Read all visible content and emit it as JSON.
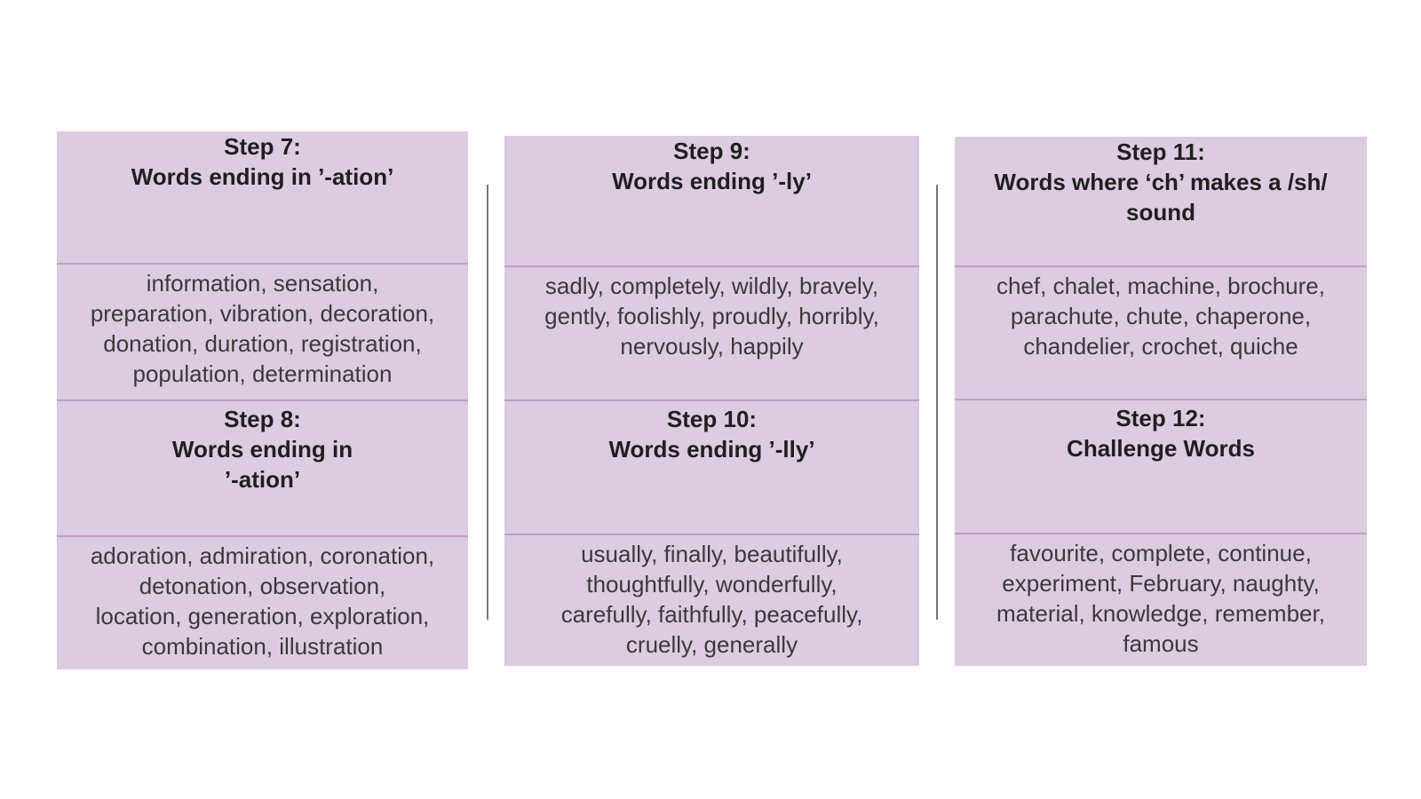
{
  "columns": [
    {
      "cells": [
        {
          "kind": "heading",
          "lines": [
            "Step 7:",
            "Words ending in ’-ation’"
          ]
        },
        {
          "kind": "words",
          "lines": [
            "information, sensation,",
            "preparation, vibration, decoration,",
            "donation, duration, registration,",
            "population, determination"
          ]
        },
        {
          "kind": "heading",
          "lines": [
            "Step 8:",
            "Words ending in",
            "’-ation’"
          ]
        },
        {
          "kind": "words",
          "lines": [
            "adoration, admiration, coronation,",
            "detonation, observation,",
            "location, generation, exploration,",
            "combination, illustration"
          ]
        }
      ]
    },
    {
      "cells": [
        {
          "kind": "heading",
          "lines": [
            "Step 9:",
            "Words ending ’-ly’"
          ]
        },
        {
          "kind": "words",
          "lines": [
            "sadly, completely, wildly, bravely,",
            "gently, foolishly, proudly, horribly,",
            "nervously, happily"
          ]
        },
        {
          "kind": "heading",
          "lines": [
            "Step 10:",
            "Words ending ’-lly’"
          ]
        },
        {
          "kind": "words",
          "lines": [
            "usually, finally, beautifully,",
            "thoughtfully, wonderfully,",
            "carefully, faithfully, peacefully,",
            "cruelly, generally"
          ]
        }
      ]
    },
    {
      "cells": [
        {
          "kind": "heading",
          "lines": [
            "Step 11:",
            "Words where ‘ch’ makes a /sh/",
            "sound"
          ]
        },
        {
          "kind": "words",
          "lines": [
            "chef, chalet, machine, brochure,",
            "parachute, chute, chaperone,",
            "chandelier, crochet, quiche"
          ]
        },
        {
          "kind": "heading",
          "lines": [
            "Step 12:",
            "Challenge Words"
          ]
        },
        {
          "kind": "words",
          "lines": [
            "favourite, complete, continue,",
            "experiment, February, naughty,",
            "material, knowledge, remember,",
            "famous"
          ]
        }
      ]
    }
  ],
  "colors": {
    "card_background": "#dccbe1",
    "divider": "#c69bc9",
    "separator": "#777777"
  }
}
